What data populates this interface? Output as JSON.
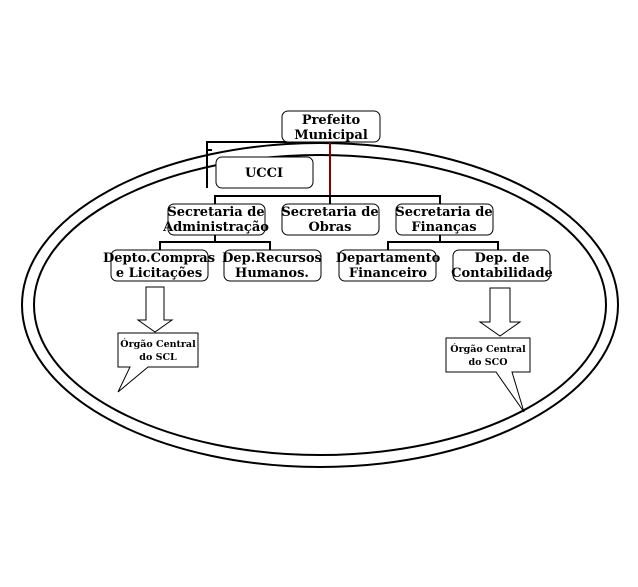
{
  "nodes": {
    "prefeito": [
      "Prefeito",
      "Municipal"
    ],
    "ucci": [
      "UCCI"
    ],
    "sec_admin": [
      "Secretaria de",
      "Administração"
    ],
    "sec_obras": [
      "Secretaria de",
      "Obras"
    ],
    "sec_financas": [
      "Secretaria de",
      "Finanças"
    ],
    "depto_compras": [
      "Depto.Compras",
      "e Licitações"
    ],
    "dep_rh": [
      "Dep.Recursos",
      "Humanos."
    ],
    "dep_financeiro": [
      "Departamento",
      "Financeiro"
    ],
    "dep_contabilidade": [
      "Dep. de",
      "Contabilidade"
    ],
    "orgao_scl": [
      "Órgão Central",
      "do SCL"
    ],
    "orgao_sco": [
      "Órgão Central",
      "do SCO"
    ]
  },
  "colors": {
    "line": "#000000",
    "highlight_line": "#8b0000",
    "background": "#ffffff"
  }
}
